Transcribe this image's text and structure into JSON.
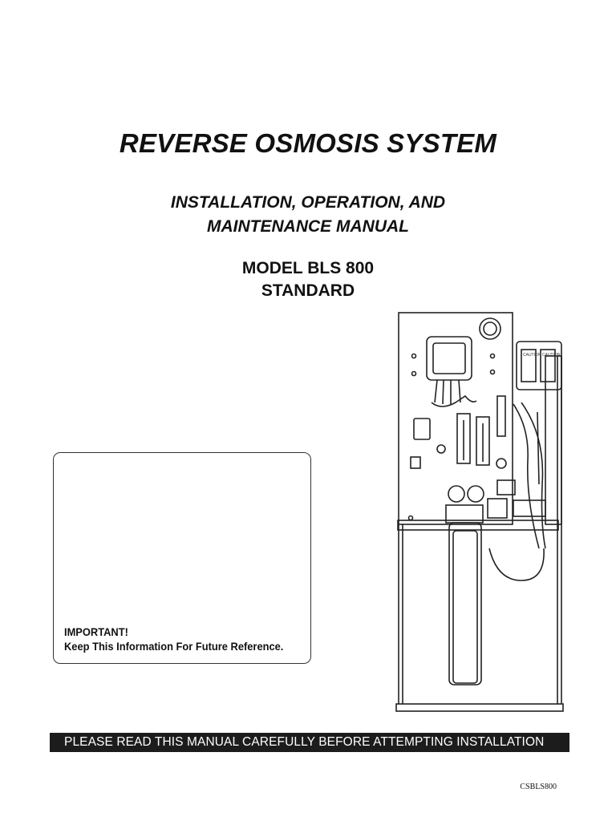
{
  "cover": {
    "title": "REVERSE OSMOSIS SYSTEM",
    "subtitle_line1": "INSTALLATION, OPERATION, AND",
    "subtitle_line2": "MAINTENANCE MANUAL",
    "model_line1": "MODEL BLS 800",
    "model_line2": "STANDARD"
  },
  "note_box": {
    "heading": "IMPORTANT!",
    "text": "Keep This Information For Future Reference."
  },
  "banner": "PLEASE READ THIS MANUAL CAREFULLY BEFORE ATTEMPTING INSTALLATION",
  "document_code": "CSBLS800",
  "illustration": {
    "icon": "reverse-osmosis-unit-illustration",
    "warning_label": "CAUTION",
    "label_color": "#333333"
  }
}
